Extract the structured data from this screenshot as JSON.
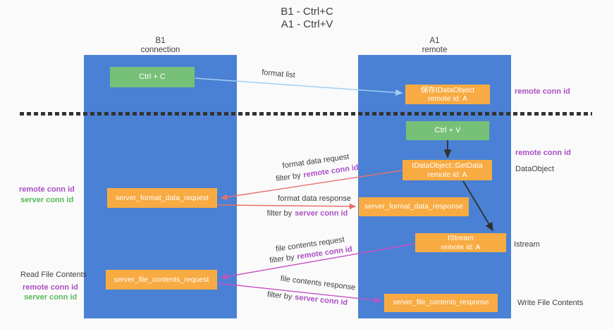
{
  "title": {
    "line1": "B1 - Ctrl+C",
    "line2": "A1 - Ctrl+V"
  },
  "lanes": {
    "b1": {
      "name": "B1",
      "role": "connection"
    },
    "a1": {
      "name": "A1",
      "role": "remote"
    }
  },
  "boxes": {
    "ctrl_c": {
      "label": "Ctrl + C"
    },
    "save_dataobject": {
      "line1": "保存IDataObject",
      "line2": "remote id: A"
    },
    "ctrl_v": {
      "label": "Ctrl + V"
    },
    "getdata": {
      "line1": "IDataObject::GetData",
      "line2": "remote id: A"
    },
    "format_request": {
      "label": "server_format_data_request"
    },
    "format_response": {
      "label": "server_format_data_response"
    },
    "istream": {
      "line1": "IStream",
      "line2": "remote id: A"
    },
    "file_request": {
      "label": "server_file_contents_request"
    },
    "file_response": {
      "label": "server_file_contents_response"
    }
  },
  "flow_labels": {
    "format_list": "format list",
    "format_data_request": "format data request",
    "format_data_response": "format data response",
    "file_contents_request": "file contents request",
    "file_contents_response": "file contents response",
    "filter_by": "filter by",
    "remote_conn_id": "remote conn id",
    "server_conn_id": "server conn id"
  },
  "side_labels": {
    "right_top_remote_conn_id": "remote conn id",
    "right_mid_remote_conn_id": "remote conn id",
    "dataobject": "DataObject",
    "istream": "Istream",
    "write_file_contents": "Write File Contents",
    "left_remote_conn_id": "remote conn id",
    "left_server_conn_id": "server conn id",
    "read_file_contents": "Read File Contents",
    "read_remote_conn_id": "remote conn id",
    "read_server_conn_id": "server conn id"
  },
  "colors": {
    "lane_blue": "#4a81d4",
    "box_green": "#77c077",
    "box_orange": "#f8ab42",
    "label_purple": "#ab4fc3",
    "label_green": "#56b956",
    "arrow_salmon": "#e8716c",
    "arrow_magenta": "#c750c4",
    "arrow_lightblue": "#a2cff2",
    "arrow_black": "#303030",
    "text_dark": "#3f3f3f"
  }
}
